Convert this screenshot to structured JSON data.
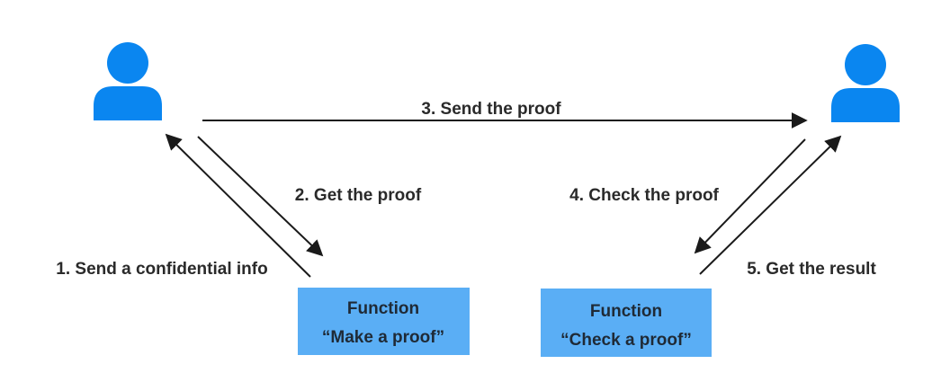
{
  "colors": {
    "person": "#0a86f0",
    "box": "#5aaef5",
    "arrow": "#1a1a1a",
    "text": "#2a2a2a"
  },
  "actors": [
    {
      "icon": "person-icon"
    },
    {
      "icon": "person-icon"
    }
  ],
  "boxes": {
    "make_proof": {
      "line1": "Function",
      "line2": "“Make a proof”"
    },
    "check_proof": {
      "line1": "Function",
      "line2": "“Check a proof”"
    }
  },
  "steps": {
    "step1": "1. Send a confidential info",
    "step2": "2. Get the proof",
    "step3": "3. Send the proof",
    "step4": "4. Check the proof",
    "step5": "5. Get the result"
  }
}
